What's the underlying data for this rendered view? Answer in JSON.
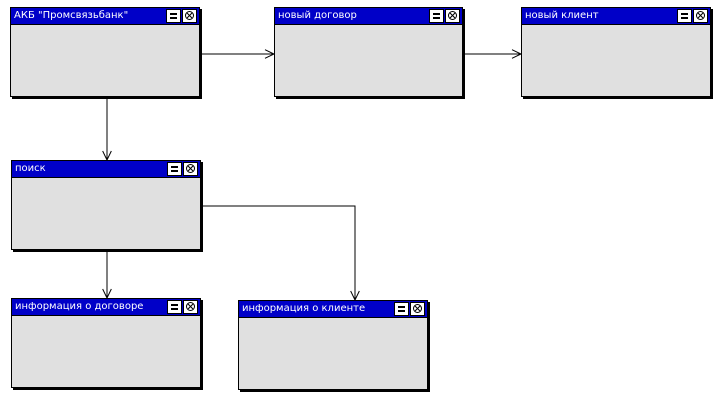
{
  "windows": [
    {
      "id": "bank",
      "title": "АКБ \"Промсвязьбанк\""
    },
    {
      "id": "new_contract",
      "title": "новый договор"
    },
    {
      "id": "new_client",
      "title": "новый клиент"
    },
    {
      "id": "search",
      "title": "поиск"
    },
    {
      "id": "contract_info",
      "title": "информация о договоре"
    },
    {
      "id": "client_info",
      "title": "информация о клиенте"
    }
  ],
  "connections": [
    {
      "from": "bank",
      "to": "new_contract"
    },
    {
      "from": "new_contract",
      "to": "new_client"
    },
    {
      "from": "bank",
      "to": "search"
    },
    {
      "from": "search",
      "to": "contract_info"
    },
    {
      "from": "search",
      "to": "client_info"
    }
  ],
  "colors": {
    "titlebar": "#0000c8",
    "body": "#e0e0e0",
    "title_text": "#ffffff",
    "line": "#000000"
  },
  "icons": {
    "minimize": "minimize-icon",
    "close": "close-icon"
  }
}
